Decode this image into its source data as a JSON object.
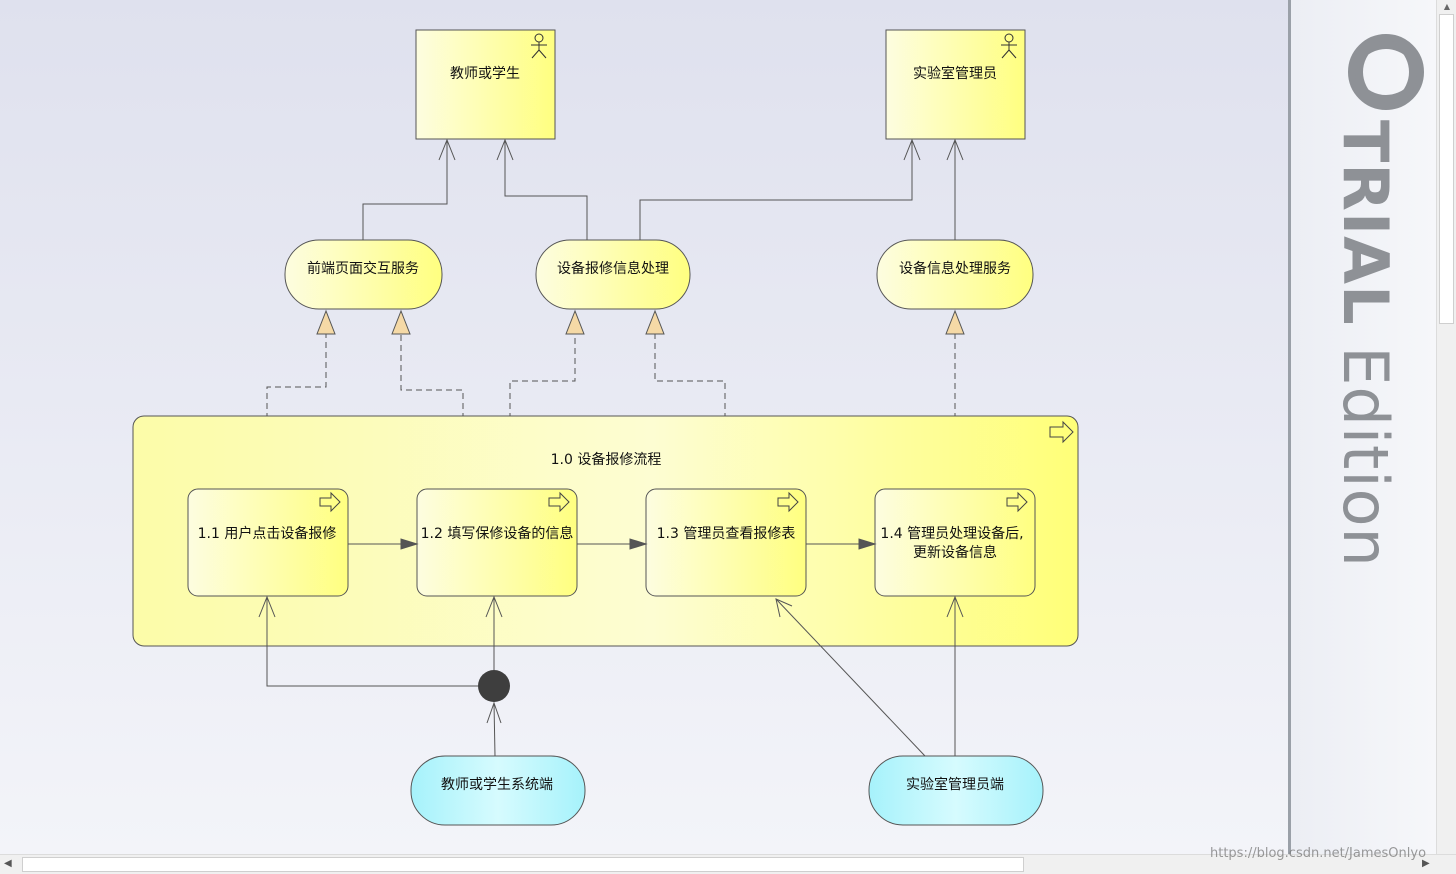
{
  "actors": {
    "teacher_student": "教师或学生",
    "lab_admin": "实验室管理员"
  },
  "services": {
    "frontend": "前端页面交互服务",
    "repair_info": "设备报修信息处理",
    "device_info": "设备信息处理服务"
  },
  "process": {
    "title": "1.0 设备报修流程",
    "step1": "1.1 用户点击设备报修",
    "step2": "1.2 填写保修设备的信息",
    "step3": "1.3 管理员查看报修表",
    "step4_line1": "1.4 管理员处理设备后,",
    "step4_line2": "更新设备信息"
  },
  "interfaces": {
    "user_client": "教师或学生系统端",
    "admin_client": "实验室管理员端"
  },
  "watermark": "TRIAL Edition",
  "url_watermark": "https://blog.csdn.net/JamesOnlyo",
  "colors": {
    "actor_fill_start": "#fdfde0",
    "actor_fill_end": "#ffff80",
    "interface_fill": "#aef4fb",
    "border": "#555555"
  }
}
